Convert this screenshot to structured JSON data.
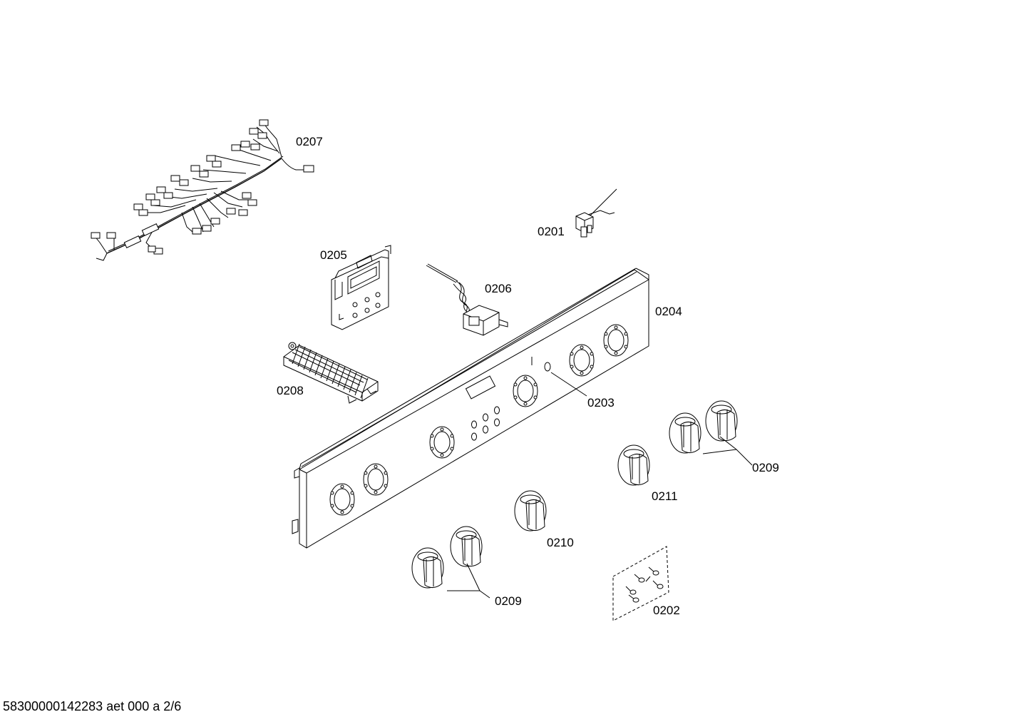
{
  "parts": {
    "p0201": "0201",
    "p0202": "0202",
    "p0203": "0203",
    "p0204": "0204",
    "p0205": "0205",
    "p0206": "0206",
    "p0207": "0207",
    "p0208": "0208",
    "p0209": "0209",
    "p0210": "0210",
    "p0211": "0211"
  },
  "footer": "58300000142283 aet 000 a 2/6"
}
